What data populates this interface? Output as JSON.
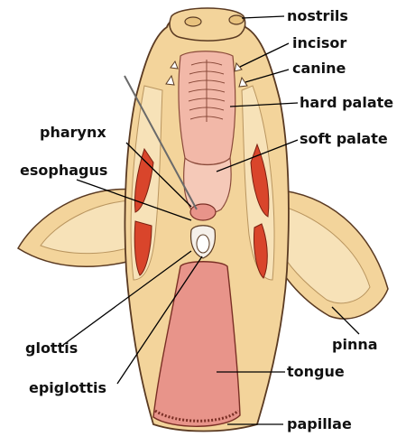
{
  "labels": {
    "nostrils": "nostrils",
    "incisor": "incisor",
    "canine": "canine",
    "hard_palate": "hard palate",
    "soft_palate": "soft palate",
    "pharynx": "pharynx",
    "esophagus": "esophagus",
    "pinna": "pinna",
    "glottis": "glottis",
    "tongue": "tongue",
    "epiglottis": "epiglottis",
    "papillae": "papillae"
  },
  "colors": {
    "skin": "#f3d49b",
    "skin_outline": "#8a6a3a",
    "palate": "#f2b8a8",
    "tongue": "#e8948a",
    "muscle": "#d9452b",
    "outline": "#5a3a22"
  }
}
